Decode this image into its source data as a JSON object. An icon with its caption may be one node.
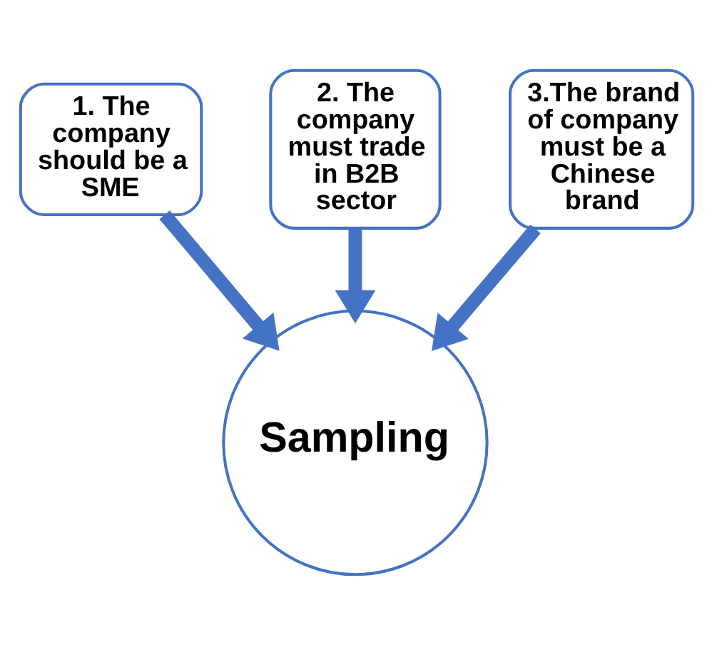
{
  "diagram": {
    "nodes": [
      {
        "text": [
          "1. The company should be a SME"
        ]
      },
      {
        "text": [
          "2. The company must trade in B2B sector"
        ]
      },
      {
        "text": [
          "3.The brand of company must be a Chinese brand"
        ]
      },
      {
        "text": [
          "Sampling"
        ]
      }
    ],
    "edges": [
      {
        "from": 0,
        "to": 3,
        "arrow": "to"
      },
      {
        "from": 1,
        "to": 3,
        "arrow": "to"
      },
      {
        "from": 2,
        "to": 3,
        "arrow": "to"
      }
    ]
  }
}
